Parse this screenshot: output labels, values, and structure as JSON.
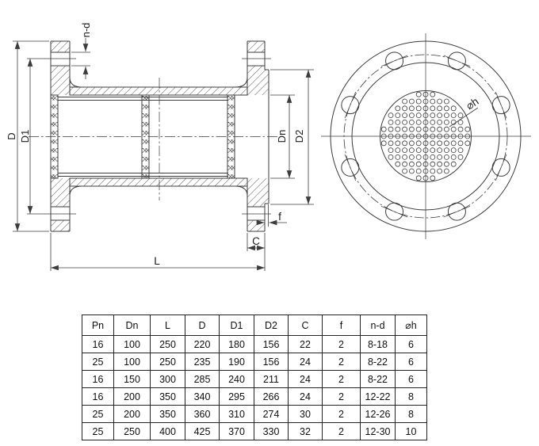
{
  "drawing": {
    "labels": {
      "d": "D",
      "d1": "D1",
      "dn": "Dn",
      "d2": "D2",
      "nd": "n-d",
      "f": "f",
      "c": "C",
      "l": "L",
      "hole": "⌀h"
    }
  },
  "table": {
    "headers": [
      "Pn",
      "Dn",
      "L",
      "D",
      "D1",
      "D2",
      "C",
      "f",
      "n-d",
      "⌀h"
    ],
    "rows": [
      [
        "16",
        "100",
        "250",
        "220",
        "180",
        "156",
        "22",
        "2",
        "8-18",
        "6"
      ],
      [
        "25",
        "100",
        "250",
        "235",
        "190",
        "156",
        "24",
        "2",
        "8-22",
        "6"
      ],
      [
        "16",
        "150",
        "300",
        "285",
        "240",
        "211",
        "24",
        "2",
        "8-22",
        "6"
      ],
      [
        "16",
        "200",
        "350",
        "340",
        "295",
        "266",
        "24",
        "2",
        "12-22",
        "8"
      ],
      [
        "25",
        "200",
        "350",
        "360",
        "310",
        "274",
        "30",
        "2",
        "12-26",
        "8"
      ],
      [
        "25",
        "250",
        "400",
        "425",
        "370",
        "330",
        "32",
        "2",
        "12-30",
        "10"
      ]
    ]
  },
  "colors": {
    "line": "#3c3c3c",
    "text": "#1c1c1c",
    "background": "#ffffff"
  }
}
